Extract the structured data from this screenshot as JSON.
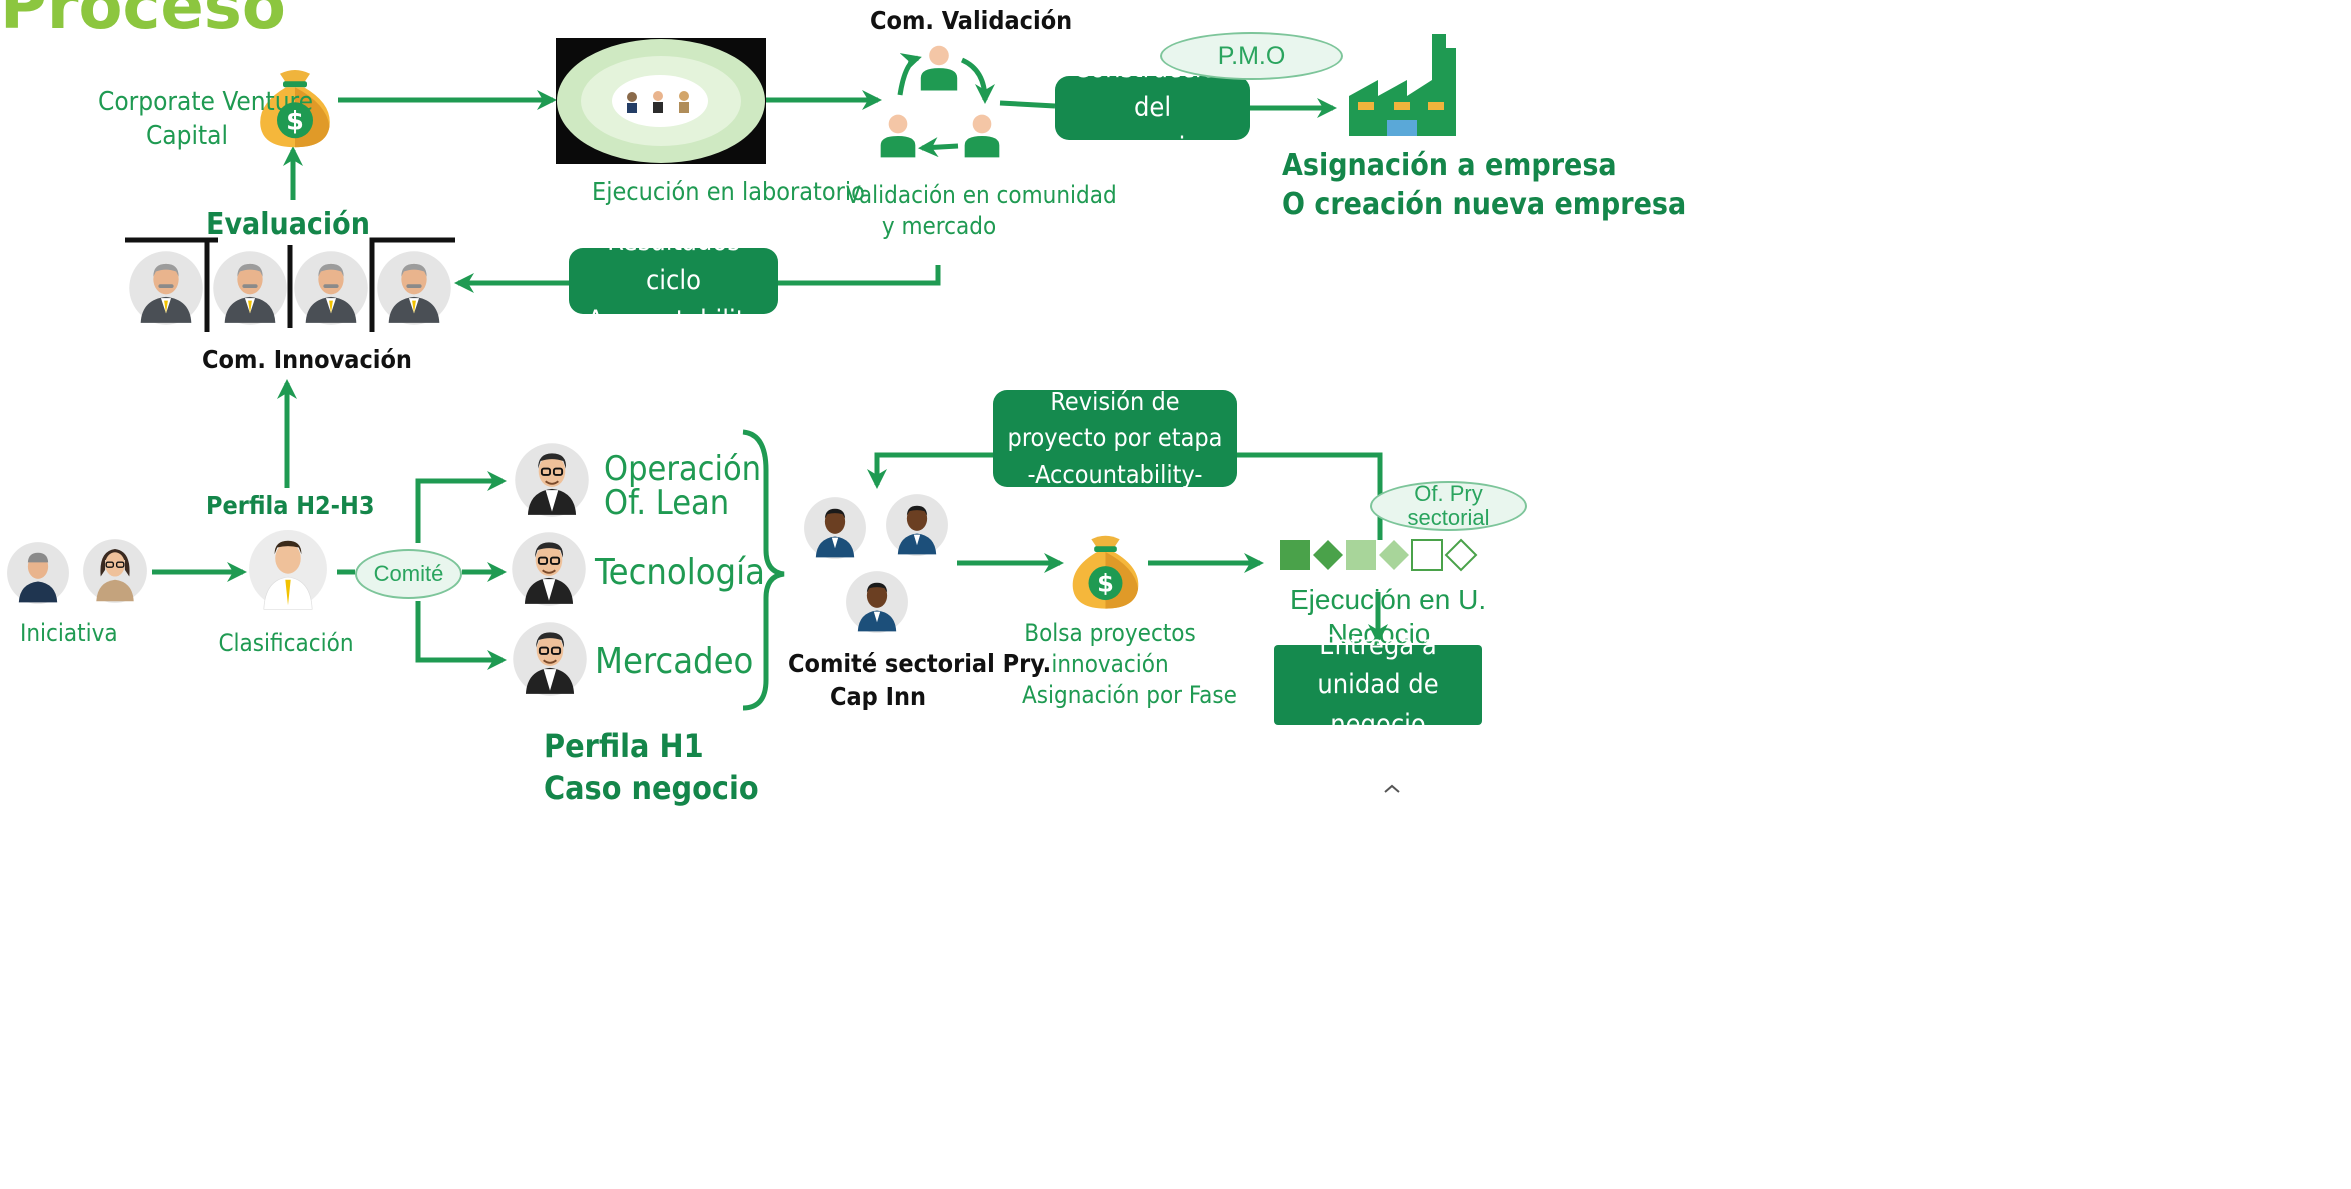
{
  "title": "Proceso",
  "corporate_venture": [
    "Corporate Venture",
    "Capital"
  ],
  "evaluacion": "Evaluación",
  "com_innovacion": "Com. Innovación",
  "ejecucion_laboratorio": "Ejecución en laboratorio",
  "com_validacion": "Com. Validación",
  "validacion_comunidad": [
    "Validación en comunidad",
    "y mercado"
  ],
  "pmo": "P.M.O",
  "construccion": [
    "Construcción del",
    "negocio"
  ],
  "asignacion": [
    "Asignación a empresa",
    "O creación nueva empresa"
  ],
  "resultados": [
    "Resultados ciclo",
    "-Accountability-"
  ],
  "perfila_h2h3": "Perfila H2-H3",
  "iniciativa": "Iniciativa",
  "clasificacion": "Clasificación",
  "comite": "Comité",
  "operacion": [
    "Operación",
    "Of. Lean"
  ],
  "tecnologia": "Tecnología",
  "mercadeo": "Mercadeo",
  "perfila_h1": [
    "Perfila H1",
    "Caso negocio"
  ],
  "revision": [
    "Revisión de proyecto por etapa",
    "-Accountability-"
  ],
  "comite_sectorial": [
    "Comité sectorial Pry.",
    "Cap Inn"
  ],
  "bolsa": [
    "Bolsa proyectos",
    "innovación",
    "Asignación por Fase"
  ],
  "of_pry": [
    "Of. Pry",
    "sectorial"
  ],
  "ejecucion_un": [
    "Ejecución en U.",
    "Negocio"
  ],
  "entrega": [
    "Entrega a unidad de",
    "negocio"
  ],
  "colors": {
    "green": "#1f9a52",
    "dark_green": "#158a4e",
    "title_green": "#8cc63f",
    "suit": "#4a4f55"
  },
  "icons": [
    "money-bag-icon",
    "factory-icon",
    "cycle-people-icon",
    "person-icon",
    "phase-shapes-icon"
  ]
}
